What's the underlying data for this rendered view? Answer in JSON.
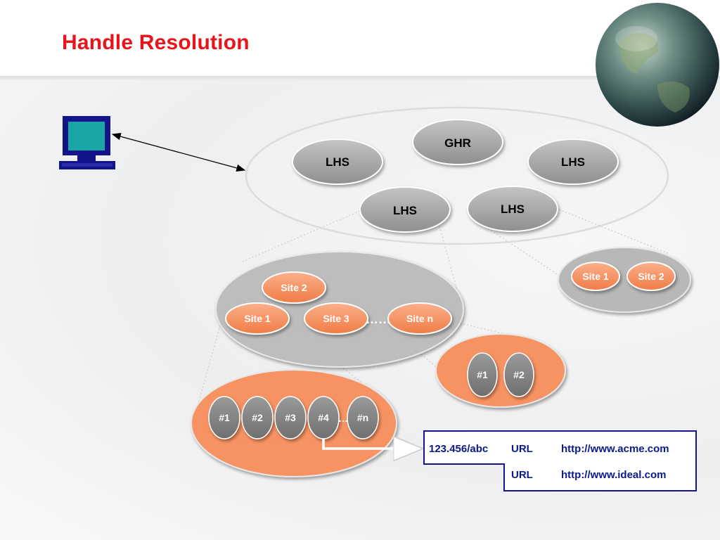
{
  "slide": {
    "title": "Handle Resolution"
  },
  "colors": {
    "title": "#e8141b",
    "orange": "#f79363",
    "orange_dark": "#e0703e",
    "gray_node": "#a9a9a9",
    "gray_cluster": "#bdbdbd",
    "monitor": "#14148a",
    "screen": "#1aa6a6",
    "table_border": "#14148a",
    "table_text": "#0a1a8a"
  },
  "icons": {
    "client": "computer-monitor-icon",
    "globe": "globe-icon"
  },
  "global": {
    "ghr": "GHR",
    "lhs": [
      "LHS",
      "LHS",
      "LHS",
      "LHS"
    ]
  },
  "local_cluster": {
    "sites": [
      "Site 2",
      "Site 1",
      "Site 3",
      "Site n"
    ],
    "ellipsis": "……"
  },
  "right_cluster": {
    "sites": [
      "Site 1",
      "Site 2"
    ]
  },
  "site_n_servers": [
    "#1",
    "#2"
  ],
  "site_1_servers": [
    "#1",
    "#2",
    "#3",
    "#4",
    "#n"
  ],
  "site_1_ellipsis": "…",
  "handle_record": {
    "handle": "123.456/abc",
    "rows": [
      {
        "type": "URL",
        "value": "http://www.acme.com"
      },
      {
        "type": "URL",
        "value": "http://www.ideal.com"
      }
    ]
  }
}
